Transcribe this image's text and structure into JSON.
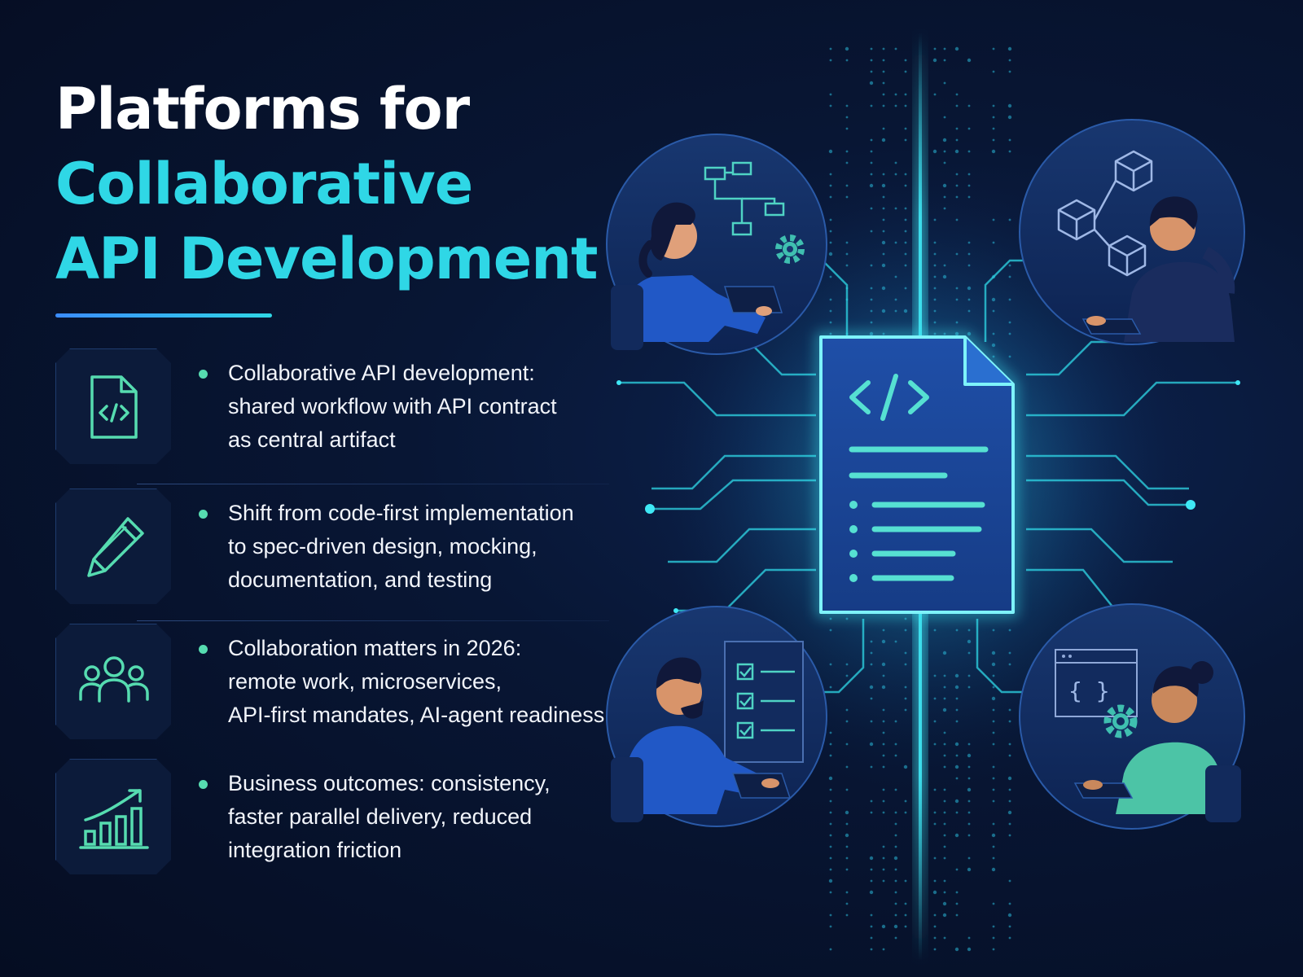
{
  "title": {
    "line1": "Platforms for",
    "line2": "Collaborative",
    "line3": "API Development"
  },
  "features": [
    {
      "icon": "code-file-icon",
      "text": [
        "Collaborative API development:",
        "shared workflow with API contract",
        "as central artifact"
      ]
    },
    {
      "icon": "pencil-icon",
      "text": [
        "Shift from code-first implementation",
        "to spec-driven design, mocking,",
        "documentation, and testing"
      ]
    },
    {
      "icon": "team-icon",
      "text": [
        "Collaboration matters in 2026:",
        "remote work, microservices,",
        "API-first mandates, AI-agent readiness"
      ]
    },
    {
      "icon": "growth-chart-icon",
      "text": [
        "Business outcomes: consistency,",
        "faster parallel delivery, reduced",
        "integration friction"
      ]
    }
  ],
  "illustration": {
    "center_icon": "api-contract-document-icon",
    "panels": [
      "developer-flowchart-icon",
      "developer-modules-icon",
      "developer-checklist-icon",
      "developer-code-settings-icon"
    ]
  },
  "colors": {
    "accent_cyan": "#2fd7e6",
    "accent_green": "#56dcb0",
    "accent_blue": "#3b8cff",
    "background": "#060f26"
  }
}
